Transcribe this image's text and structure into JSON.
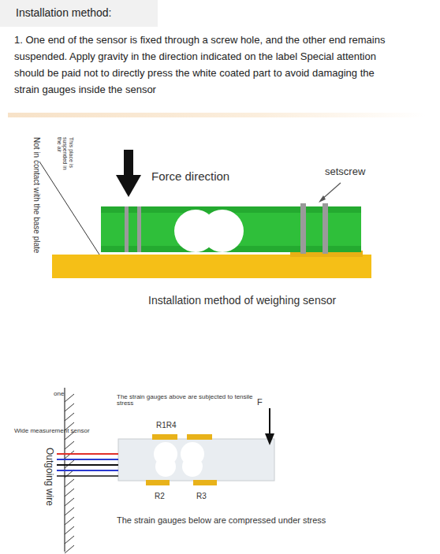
{
  "diagram": {
    "title": "Installation method:",
    "caption": "Installation method of weighing sensor",
    "labels": [
      "1. One end of the sensor is fixed through a screw hole, and the other end remains suspended. Apply gravity in the direction indicated on the label Special attention should be paid not to directly press the white coated part to avoid damaging the strain gauges inside the sensor",
      "Force direction",
      "setscrew",
      "This place is suspended in the air",
      "Not in contact with the base plate",
      "one",
      "Wide measurement sensor",
      "Outgoing wire",
      "The strain gauges above are subjected to tensile stress",
      "F",
      "R1R4",
      "R2",
      "R3",
      "The strain gauges below are compressed under stress"
    ]
  }
}
